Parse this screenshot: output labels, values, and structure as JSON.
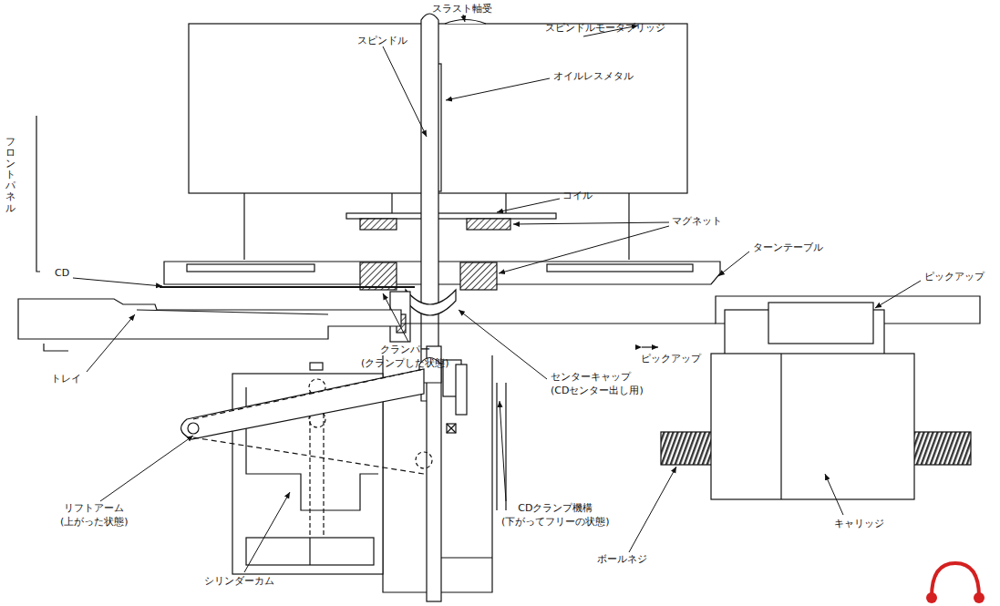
{
  "diagram": {
    "labels": [
      "スラスト軸受",
      "スピンドルモータブリッジ",
      "スピンドル",
      "オイルレスメタル",
      "フロントパネル",
      "コイル",
      "マグネット",
      "ターンテーブル",
      "CD",
      "ピックアップ",
      "クランパー (クランプした状態)",
      "ピックアップ",
      "トレイ",
      "センターキャップ (CDセンター出し用)",
      "リフトアーム (上がった状態)",
      "CDクランプ機構 (下がってフリーの状態)",
      "ボールネジ",
      "キャリッジ",
      "シリンダーカム"
    ]
  }
}
